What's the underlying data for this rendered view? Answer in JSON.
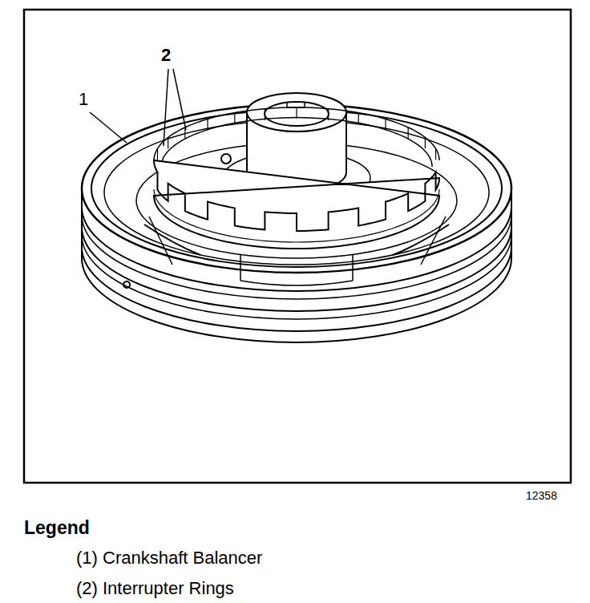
{
  "diagram": {
    "labels": [
      "1",
      "2",
      "12358",
      "Legend"
    ],
    "legend": [
      {
        "text": "(1) Crankshaft Balancer"
      },
      {
        "text": "(2) Interrupter Rings"
      }
    ]
  }
}
